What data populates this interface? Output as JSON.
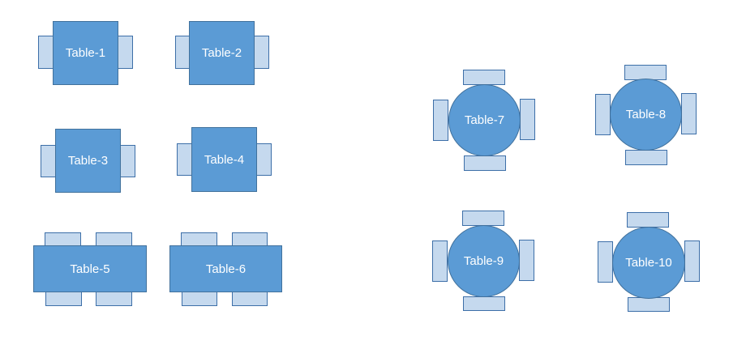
{
  "colors": {
    "table_fill": "#5b9bd5",
    "table_border": "#41719c",
    "chair_fill": "#c5d9ee",
    "chair_border": "#3d6fa8",
    "label": "#ffffff"
  },
  "tables": [
    {
      "label": "Table-1",
      "shape": "square",
      "chairs": 2
    },
    {
      "label": "Table-2",
      "shape": "square",
      "chairs": 2
    },
    {
      "label": "Table-3",
      "shape": "square",
      "chairs": 2
    },
    {
      "label": "Table-4",
      "shape": "square",
      "chairs": 2
    },
    {
      "label": "Table-5",
      "shape": "rectangle",
      "chairs": 4
    },
    {
      "label": "Table-6",
      "shape": "rectangle",
      "chairs": 4
    },
    {
      "label": "Table-7",
      "shape": "round",
      "chairs": 4
    },
    {
      "label": "Table-8",
      "shape": "round",
      "chairs": 4
    },
    {
      "label": "Table-9",
      "shape": "round",
      "chairs": 4
    },
    {
      "label": "Table-10",
      "shape": "round",
      "chairs": 4
    }
  ]
}
